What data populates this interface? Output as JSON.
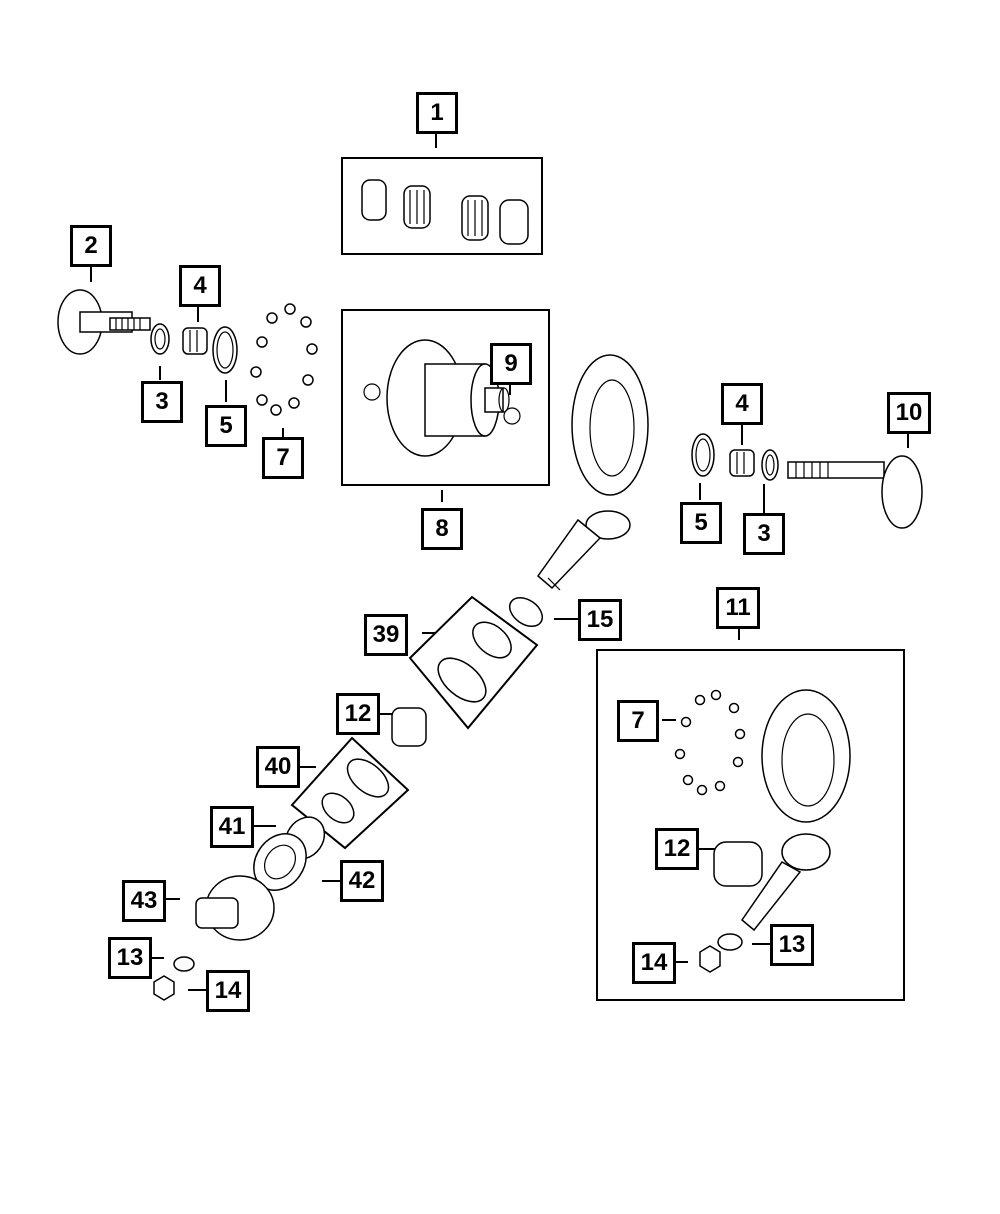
{
  "callouts": {
    "c1": "1",
    "c2": "2",
    "c3a": "3",
    "c3b": "3",
    "c4a": "4",
    "c4b": "4",
    "c5a": "5",
    "c5b": "5",
    "c7a": "7",
    "c7b": "7",
    "c8": "8",
    "c9": "9",
    "c10": "10",
    "c11": "11",
    "c12a": "12",
    "c12b": "12",
    "c13a": "13",
    "c13b": "13",
    "c14a": "14",
    "c14b": "14",
    "c15": "15",
    "c39": "39",
    "c40": "40",
    "c41": "41",
    "c42": "42",
    "c43": "43"
  }
}
